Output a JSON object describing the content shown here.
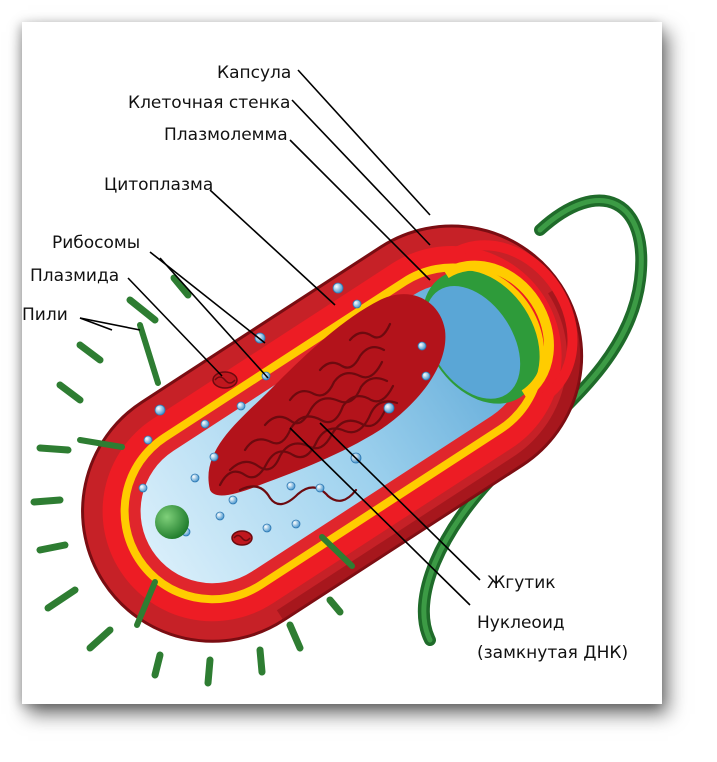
{
  "diagram": {
    "labels": {
      "capsule": "Капсула",
      "cell_wall": "Клеточная стенка",
      "plasmalemma": "Плазмолемма",
      "cytoplasm": "Цитоплазма",
      "ribosomes": "Рибосомы",
      "plasmid": "Плазмида",
      "pili": "Пили",
      "flagellum": "Жгутик",
      "nucleoid": "Нуклеоид",
      "nucleoid_note": "(замкнутая ДНК)"
    },
    "colors": {
      "capsule": "#c62127",
      "capsule_dark": "#8e1116",
      "cell_wall": "#ed1c24",
      "plasmalemma": "#ffcc00",
      "membrane_green": "#2e9b3a",
      "cytoplasm": "#8fc8e8",
      "flagellum": "#1f6b2a",
      "nucleoid": "#b3131b"
    }
  }
}
